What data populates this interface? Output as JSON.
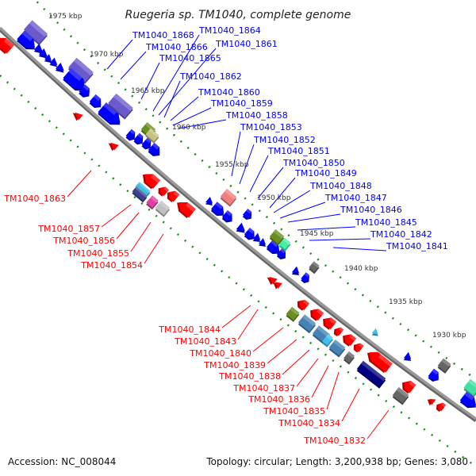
{
  "title": "Ruegeria sp. TM1040, complete genome",
  "footer": {
    "accession": "Accession: NC_008044",
    "topology": "Topology: circular; Length: 3,200,938 bp; Genes: 3,080"
  },
  "colors": {
    "forward_strand": "#0000ff",
    "reverse_strand": "#ff0000",
    "backbone": "#888888",
    "ticks": "#1a8a1a"
  },
  "kbp_labels": [
    "1975 kbp",
    "1970 kbp",
    "1965 kbp",
    "1960 kbp",
    "1955 kbp",
    "1950 kbp",
    "1945 kbp",
    "1940 kbp",
    "1935 kbp",
    "1930 kbp"
  ],
  "forward_labels": [
    "TM1040_1868",
    "TM1040_1864",
    "TM1040_1866",
    "TM1040_1861",
    "TM1040_1865",
    "TM1040_1862",
    "TM1040_1860",
    "TM1040_1859",
    "TM1040_1858",
    "TM1040_1853",
    "TM1040_1852",
    "TM1040_1851",
    "TM1040_1850",
    "TM1040_1849",
    "TM1040_1848",
    "TM1040_1847",
    "TM1040_1846",
    "TM1040_1845",
    "TM1040_1842",
    "TM1040_1841"
  ],
  "reverse_labels": [
    "TM1040_1863",
    "TM1040_1857",
    "TM1040_1856",
    "TM1040_1855",
    "TM1040_1854",
    "TM1040_1844",
    "TM1040_1843",
    "TM1040_1840",
    "TM1040_1839",
    "TM1040_1838",
    "TM1040_1837",
    "TM1040_1836",
    "TM1040_1835",
    "TM1040_1834",
    "TM1040_1832"
  ]
}
